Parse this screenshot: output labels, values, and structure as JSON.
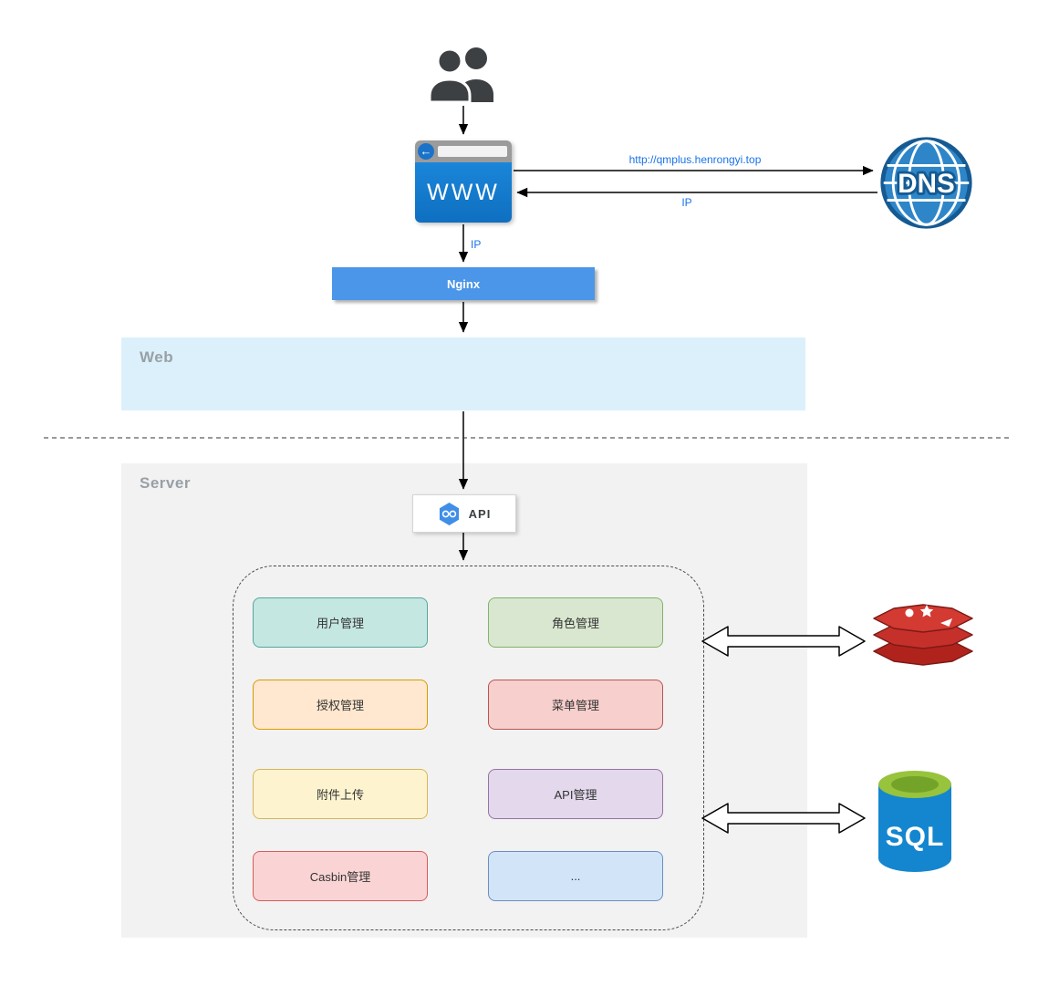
{
  "diagram": {
    "browser": {
      "label": "WWW"
    },
    "dns": {
      "label": "DNS"
    },
    "nginx": {
      "label": "Nginx"
    },
    "api_badge": {
      "label": "API"
    },
    "sql": {
      "label": "SQL"
    },
    "zones": {
      "web_label": "Web",
      "server_label": "Server"
    },
    "edge_labels": {
      "dns_request": "http://qmplus.henrongyi.top",
      "dns_response": "IP",
      "browser_to_nginx": "IP"
    },
    "modules": [
      {
        "label": "用户管理",
        "fill": "#c5e7e1",
        "border": "#54a79e"
      },
      {
        "label": "角色管理",
        "fill": "#d9e7d0",
        "border": "#82b366"
      },
      {
        "label": "授权管理",
        "fill": "#ffe8cf",
        "border": "#d79b00"
      },
      {
        "label": "菜单管理",
        "fill": "#f7cfcd",
        "border": "#b85450"
      },
      {
        "label": "附件上传",
        "fill": "#fdf3cf",
        "border": "#d6b656"
      },
      {
        "label": "API管理",
        "fill": "#e3d8ec",
        "border": "#9673a6"
      },
      {
        "label": "Casbin管理",
        "fill": "#fad4d4",
        "border": "#d75c5c"
      },
      {
        "label": "...",
        "fill": "#d2e5f8",
        "border": "#6c8ebf"
      }
    ],
    "colors": {
      "edge_label": "#1a73e8",
      "nginx_bar": "#4b96e8",
      "web_zone": "#dcf0fb",
      "server_zone": "#f2f2f2",
      "browser_blue": "#1579cd",
      "dns_blue": "#2e86c9",
      "redis_red": "#c6302b",
      "sql_blue": "#1486cf",
      "sql_green": "#97c33d"
    },
    "icons": {
      "users": "users-icon",
      "browser_back": "back-arrow-icon",
      "dns_globe": "dns-globe-icon",
      "api_hexagon": "api-hexagon-icon",
      "redis": "redis-icon",
      "sql_cylinder": "sql-database-icon"
    }
  }
}
